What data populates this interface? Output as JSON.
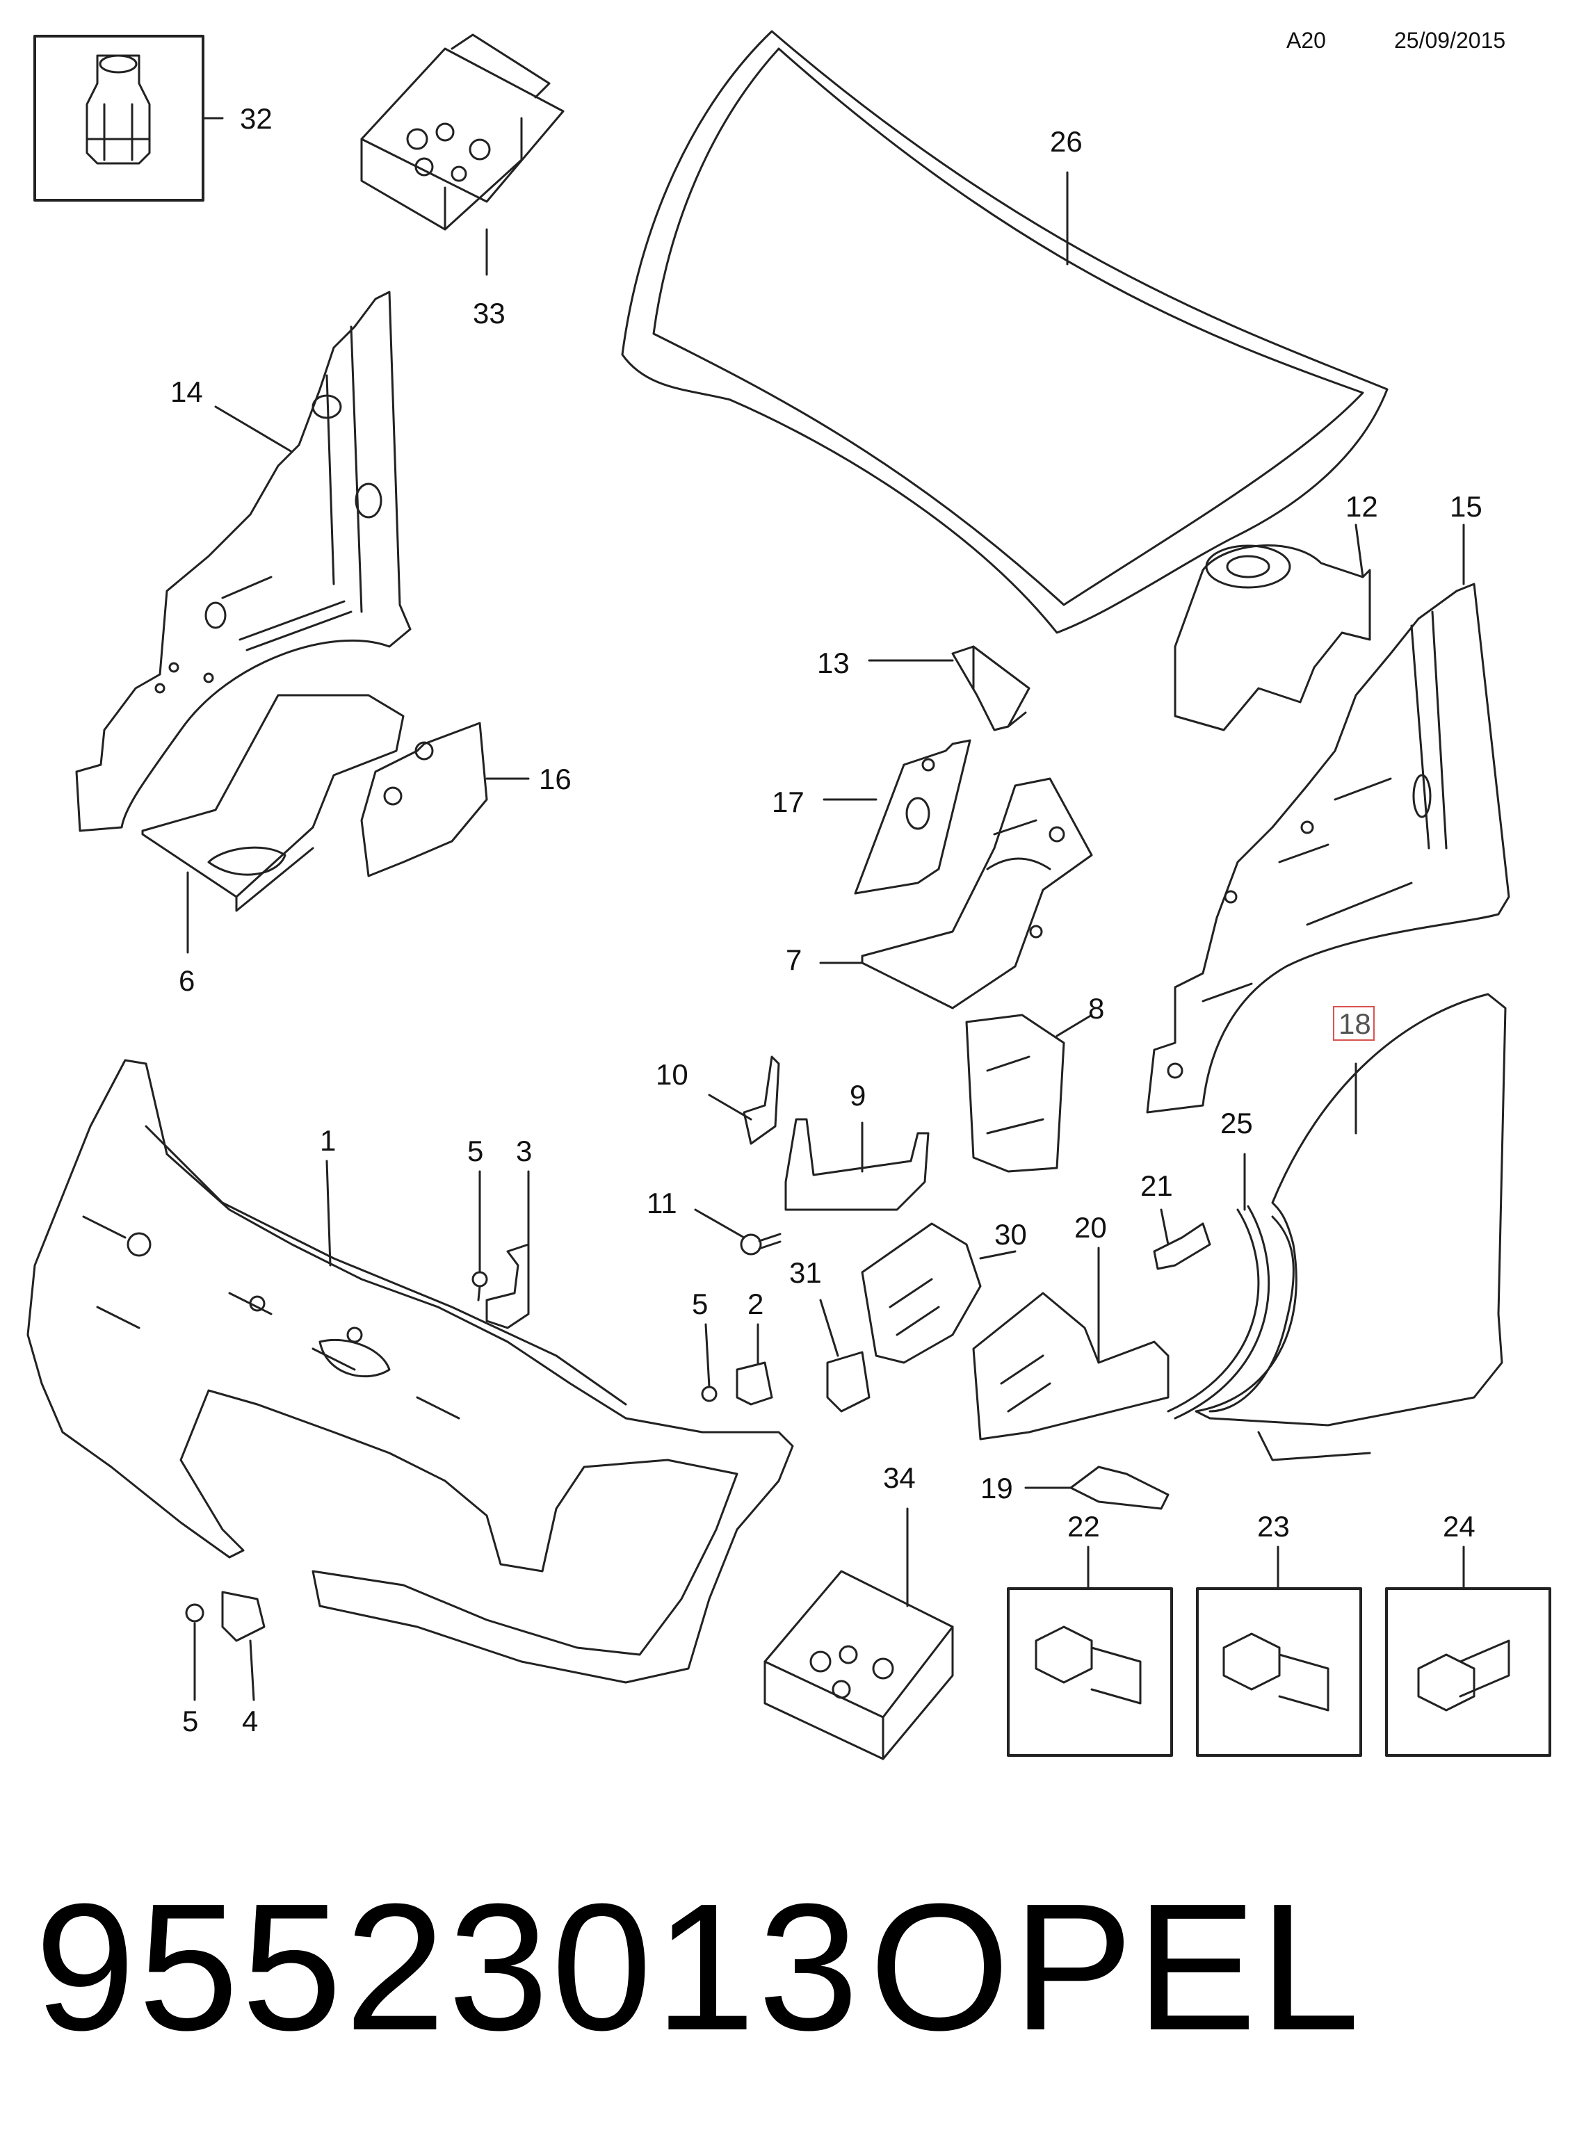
{
  "header": {
    "code": "A20",
    "date": "25/09/2015"
  },
  "footer": {
    "part_number": "95523013",
    "brand": "OPEL"
  },
  "highlight_color": "#d9534f",
  "labels": [
    {
      "text": "32"
    },
    {
      "text": "33"
    },
    {
      "text": "26"
    },
    {
      "text": "14"
    },
    {
      "text": "12"
    },
    {
      "text": "15"
    },
    {
      "text": "13"
    },
    {
      "text": "16"
    },
    {
      "text": "17"
    },
    {
      "text": "6"
    },
    {
      "text": "7"
    },
    {
      "text": "8"
    },
    {
      "text": "18",
      "highlighted": true
    },
    {
      "text": "10"
    },
    {
      "text": "9"
    },
    {
      "text": "25"
    },
    {
      "text": "1"
    },
    {
      "text": "5"
    },
    {
      "text": "3"
    },
    {
      "text": "21"
    },
    {
      "text": "11"
    },
    {
      "text": "30"
    },
    {
      "text": "20"
    },
    {
      "text": "31"
    },
    {
      "text": "5"
    },
    {
      "text": "2"
    },
    {
      "text": "34"
    },
    {
      "text": "19"
    },
    {
      "text": "22"
    },
    {
      "text": "23"
    },
    {
      "text": "24"
    },
    {
      "text": "5"
    },
    {
      "text": "4"
    }
  ]
}
